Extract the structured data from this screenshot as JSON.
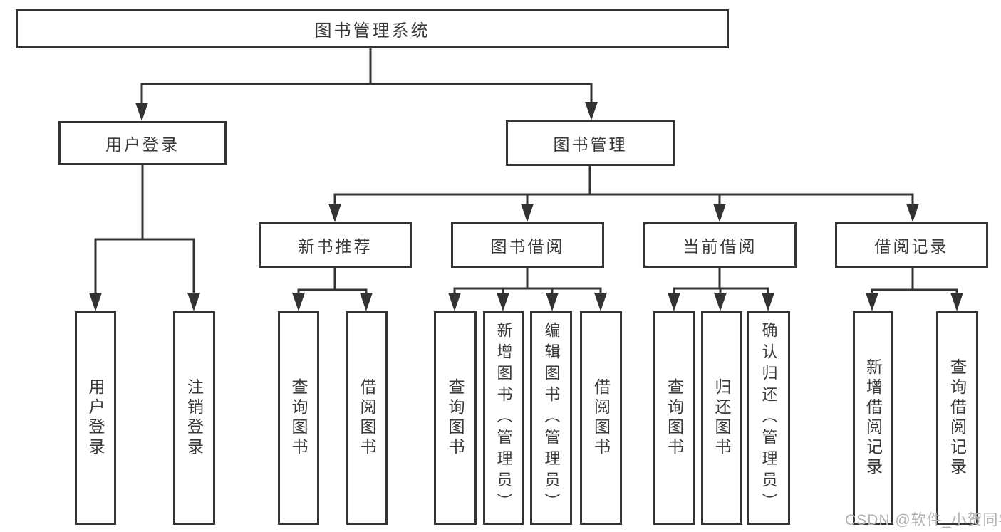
{
  "colors": {
    "line": "#333333",
    "box_border": "#333333",
    "box_background": "#ffffff",
    "text": "#3a3a3a",
    "watermark": "#b3b1b1",
    "page_background": "#ffffff"
  },
  "watermark": "CSDN @软件_小贺同学",
  "tree": {
    "root": "图书管理系统",
    "branches": [
      {
        "label": "用户登录",
        "children": [
          "用户登录",
          "注销登录"
        ]
      },
      {
        "label": "图书管理",
        "groups": [
          {
            "label": "新书推荐",
            "children": [
              "查询图书",
              "借阅图书"
            ]
          },
          {
            "label": "图书借阅",
            "children": [
              "查询图书",
              "新增图书（管理员）",
              "编辑图书（管理员）",
              "借阅图书"
            ]
          },
          {
            "label": "当前借阅",
            "children": [
              "查询图书",
              "归还图书",
              "确认归还（管理员）"
            ]
          },
          {
            "label": "借阅记录",
            "children": [
              "新增借阅记录",
              "查询借阅记录"
            ]
          }
        ]
      }
    ]
  }
}
